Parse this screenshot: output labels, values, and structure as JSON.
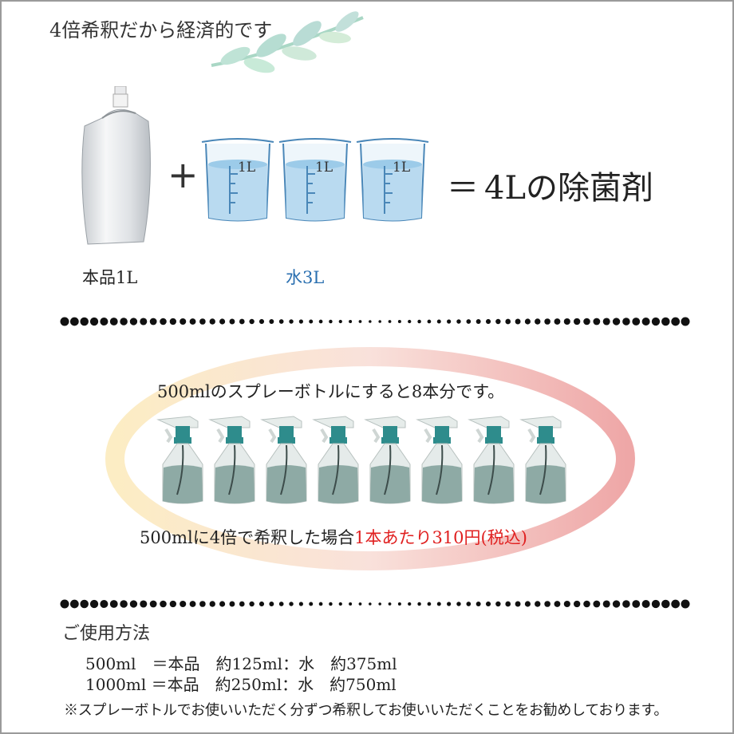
{
  "headline": "4倍希釈だから経済的です",
  "equation": {
    "plus": "+",
    "beaker_unit": "1L",
    "equals": "＝",
    "result": "4Lの除菌剤",
    "caption_product": "本品1L",
    "caption_water": "水3L"
  },
  "spray_section": {
    "line": "500mlのスプレーボトルにすると8本分です。",
    "dilute_prefix": "500mlに4倍で希釈した場合",
    "dilute_highlight": "1本あたり310円(税込)",
    "bottle_count": 8
  },
  "usage": {
    "title": "ご使用方法",
    "rows": [
      "500ml　＝本品　約125ml：水　約375ml",
      "1000ml ＝本品　約250ml：水　約750ml"
    ]
  },
  "note": "※スプレーボトルでお使いいただく分ずつ希釈してお使いいただくことをお勧めしております。",
  "colors": {
    "highlight": "#e02020",
    "water_caption": "#2a6fb0",
    "bottle_teal": "#2e8c8c",
    "bottle_liquid": "#8eaaa5"
  }
}
